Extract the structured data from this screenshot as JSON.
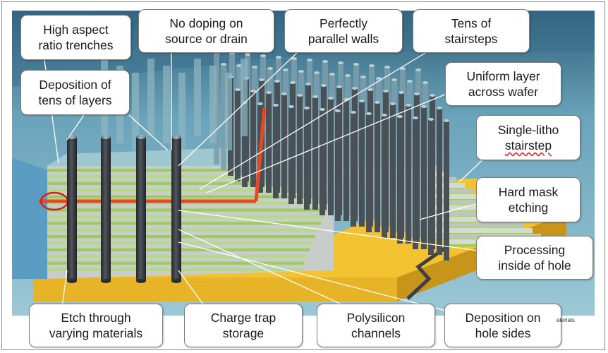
{
  "callouts": [
    {
      "id": "high-aspect",
      "lines": [
        "High aspect",
        "ratio trenches"
      ]
    },
    {
      "id": "no-doping",
      "lines": [
        "No doping on",
        "source or drain"
      ]
    },
    {
      "id": "parallel-walls",
      "lines": [
        "Perfectly",
        "parallel walls"
      ]
    },
    {
      "id": "tens-stairsteps",
      "lines": [
        "Tens of",
        "stairsteps"
      ]
    },
    {
      "id": "uniform-layer",
      "lines": [
        "Uniform layer",
        "across wafer"
      ]
    },
    {
      "id": "deposition-layers",
      "lines": [
        "Deposition of",
        "tens of layers"
      ]
    },
    {
      "id": "single-litho",
      "lines": [
        "Single-litho",
        "stairstep"
      ]
    },
    {
      "id": "hard-mask",
      "lines": [
        "Hard mask",
        "etching"
      ]
    },
    {
      "id": "processing-hole",
      "lines": [
        "Processing",
        "inside of hole"
      ]
    },
    {
      "id": "etch-through",
      "lines": [
        "Etch through",
        "varying materials"
      ]
    },
    {
      "id": "charge-trap",
      "lines": [
        "Charge trap",
        "storage"
      ]
    },
    {
      "id": "polysilicon",
      "lines": [
        "Polysilicon",
        "channels"
      ]
    },
    {
      "id": "deposition-sides",
      "lines": [
        "Deposition on",
        "hole sides"
      ]
    }
  ],
  "credit": "aterials",
  "colors": {
    "background_top": "#5e96ad",
    "background_mid": "#7fb4c8",
    "substrate": "#f2c230",
    "layer_green": "#9ccc5a",
    "layer_gray": "#c9cdc9",
    "pillar": "#3c4044",
    "wordline_red": "#e84820",
    "callout_border": "#7d7d7d"
  }
}
